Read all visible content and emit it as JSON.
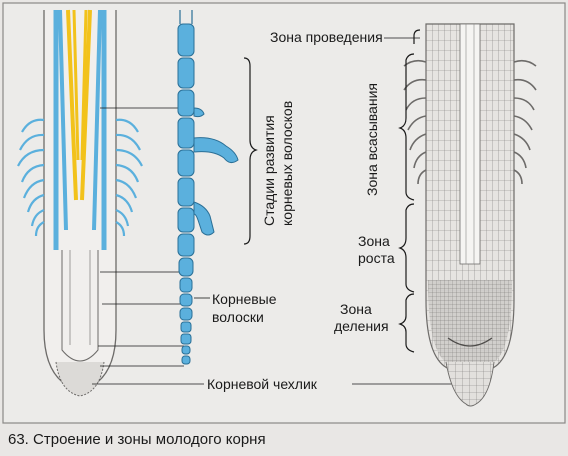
{
  "labels": {
    "conduction_zone": "Зона проведения",
    "absorption_zone": "Зона всасывания",
    "growth_zone_line1": "Зона",
    "growth_zone_line2": "роста",
    "division_zone_line1": "Зона",
    "division_zone_line2": "деления",
    "hair_stages_line1": "Стадии развития",
    "hair_stages_line2": "корневых волосков",
    "root_hairs_line1": "Корневые",
    "root_hairs_line2": "волоски",
    "root_cap": "Корневой чехлик"
  },
  "caption": "63. Строение и зоны молодого корня",
  "colors": {
    "blue": "#5bb0dd",
    "yellow": "#f2c21b",
    "background": "#e9e7e5",
    "panel": "#f3f2f1"
  }
}
